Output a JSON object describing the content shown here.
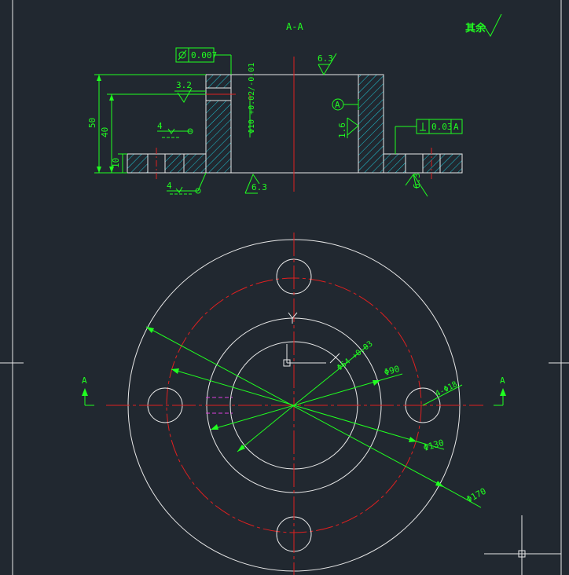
{
  "section_title": "A-A",
  "roughness_note": "其余",
  "tolerances": {
    "cylindricity": "0.007",
    "perpendicularity_value": "0.03",
    "perpendicularity_datum": "A"
  },
  "roughness": {
    "top": "6.3",
    "counterbore": "3.2",
    "bore": "1.6",
    "bottom_center": "6.3",
    "bottom_right": "6.3"
  },
  "chamfers": {
    "upper": "4",
    "lower": "4"
  },
  "datum_label": "A",
  "front_view_dims": {
    "h50": "50",
    "h40": "40",
    "h10": "10",
    "shaft": "Φ10 +0.02/-0.01"
  },
  "top_view_dims": {
    "d64": "Φ64 +0.03",
    "d90": "Φ90",
    "d130": "Φ130",
    "d170": "Φ170",
    "d18": "4-Φ18"
  },
  "section_markers": {
    "left": "A",
    "right": "A"
  }
}
